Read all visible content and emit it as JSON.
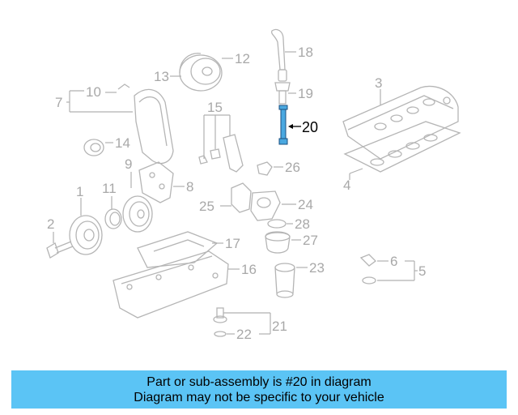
{
  "callouts": {
    "c1": "1",
    "c2": "2",
    "c3": "3",
    "c4": "4",
    "c5": "5",
    "c6": "6",
    "c7": "7",
    "c8": "8",
    "c9": "9",
    "c10": "10",
    "c11": "11",
    "c12": "12",
    "c13": "13",
    "c14": "14",
    "c15": "15",
    "c16": "16",
    "c17": "17",
    "c18": "18",
    "c19": "19",
    "c20": "20",
    "c21": "21",
    "c22": "22",
    "c23": "23",
    "c24": "24",
    "c25": "25",
    "c26": "26",
    "c27": "27",
    "c28": "28"
  },
  "highlight_color": "#4aa8e0",
  "banner": {
    "line1": "Part or sub-assembly is #20 in diagram",
    "line2": "Diagram may not be specific to your vehicle",
    "color": "#5bc4f5"
  }
}
